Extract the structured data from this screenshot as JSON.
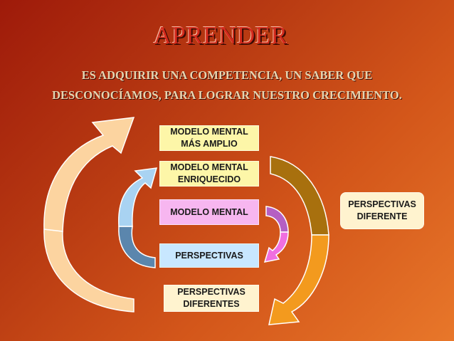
{
  "title": "APRENDER",
  "subtitle_line1": "ES ADQUIRIR UNA COMPETENCIA, UN SABER QUE",
  "subtitle_line2": "DESCONOCÍAMOS, PARA LOGRAR NUESTRO CRECIMIENTO.",
  "boxes": {
    "mas_amplio": "MODELO MENTAL\nMÁS AMPLIO",
    "enriquecido": "MODELO MENTAL\nENRIQUECIDO",
    "modelo": "MODELO MENTAL",
    "perspectivas": "PERSPECTIVAS",
    "perspectivas_diferentes": "PERSPECTIVAS\nDIFERENTES",
    "perspectivas_diferente": "PERSPECTIVAS\nDIFERENTE"
  },
  "colors": {
    "box_yellow": "#fdf6a8",
    "box_pink": "#f7b6f0",
    "box_blue": "#c8e7ff",
    "box_cream": "#fff3cf",
    "arrow_peach": "#fcd4a0",
    "arrow_lightblue": "#a9d3f2",
    "arrow_steelblue": "#5b86ad",
    "arrow_brown": "#a8700e",
    "arrow_orange": "#f39a1e",
    "arrow_purple": "#b55fc3",
    "arrow_magenta": "#f06fe0"
  }
}
